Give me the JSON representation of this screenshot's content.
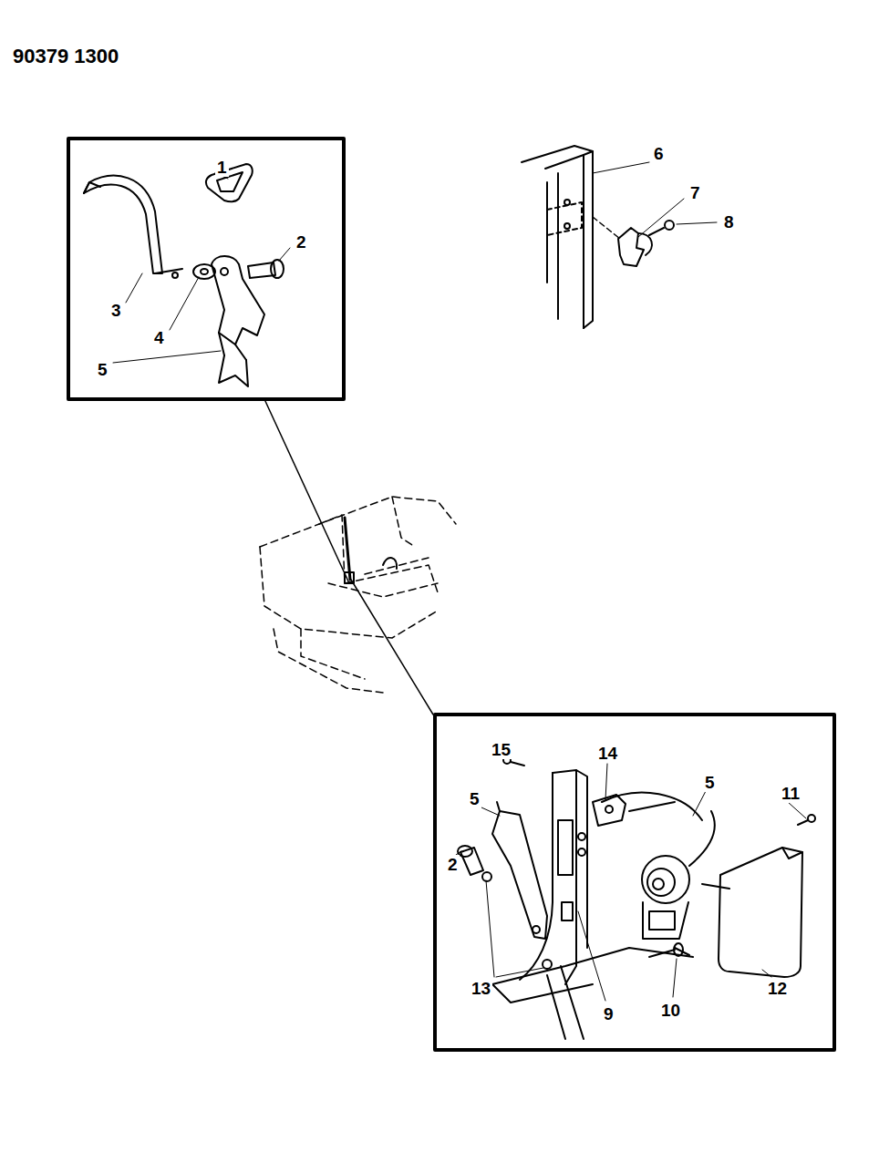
{
  "diagram": {
    "labels": [
      "90379 1300",
      "1",
      "2",
      "3",
      "4",
      "5",
      "6",
      "7",
      "8",
      "15",
      "14",
      "5",
      "11",
      "5",
      "2",
      "13",
      "9",
      "10",
      "12"
    ]
  }
}
